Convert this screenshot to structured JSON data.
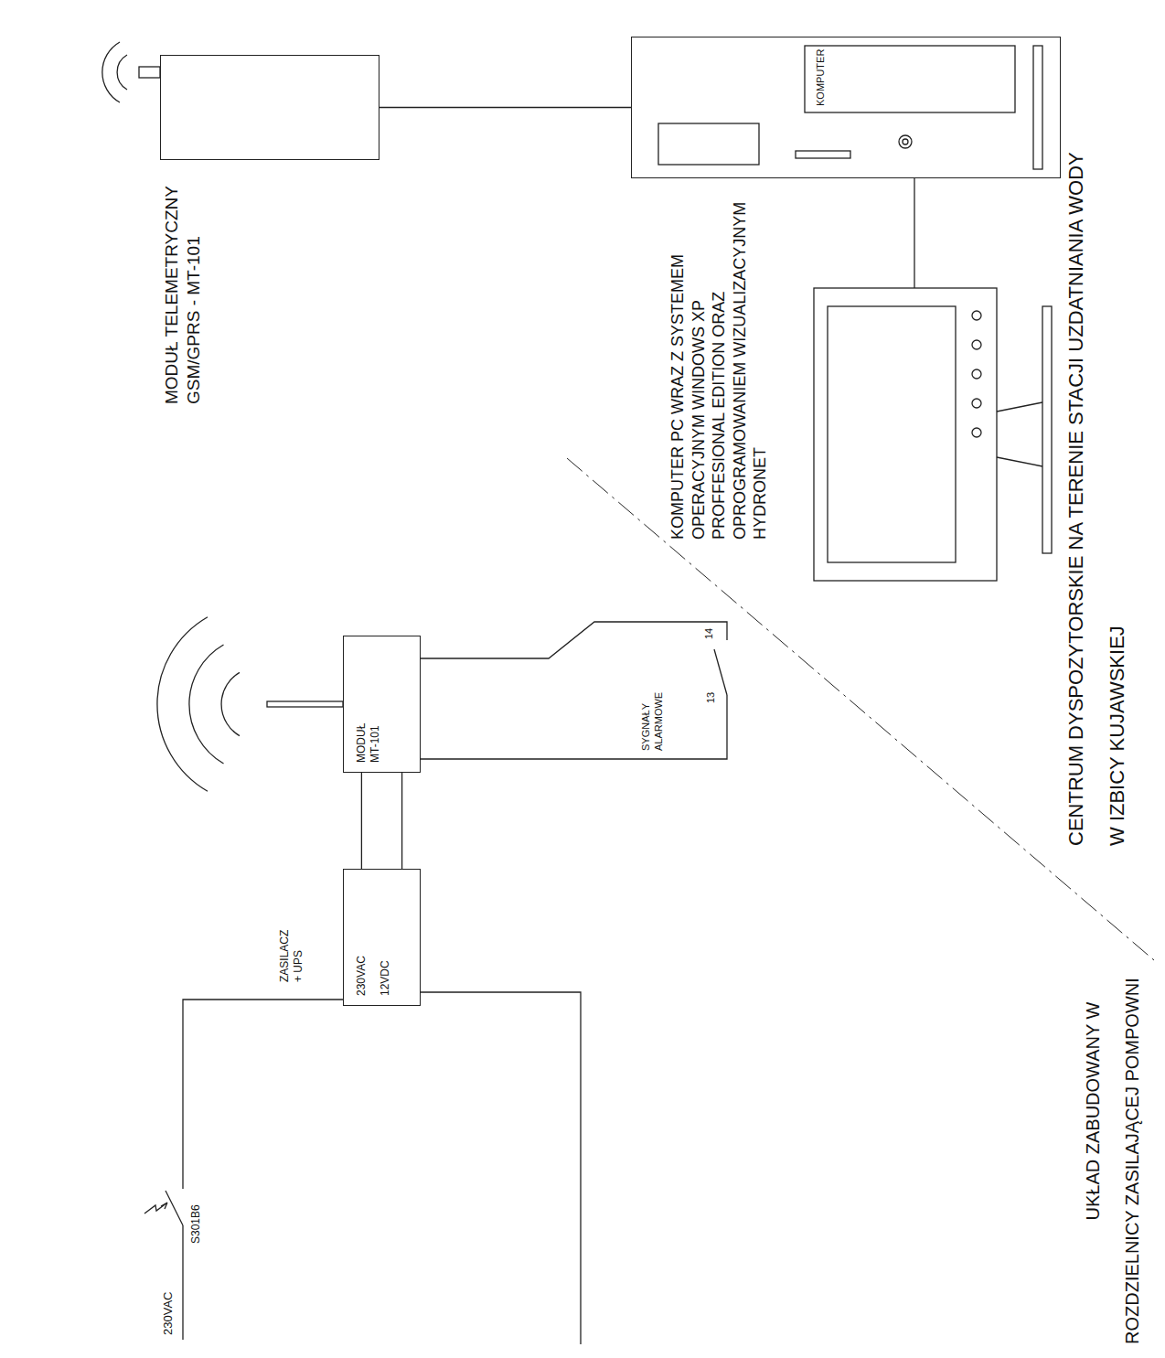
{
  "diagram": {
    "nodes": [
      {
        "text": [
          "ZASILACZ + UPS",
          "230VAC",
          "12VDC"
        ]
      },
      {
        "text": [
          "MODUŁ MT-101"
        ]
      },
      {
        "text": [
          "MODUŁ TELEMETRYCZNY GSM/GPRS - MT-101"
        ]
      },
      {
        "text": [
          "KOMPUTER"
        ]
      }
    ],
    "edges": [
      {
        "from": 0,
        "to": 1,
        "arrow": "none"
      },
      {
        "from": 2,
        "to": 3,
        "arrow": "none"
      }
    ],
    "labels": [
      "230VAC",
      "S301B6",
      "SYGNAŁY ALARMOWE",
      "13",
      "14",
      "UKŁAD ZABUDOWANY W",
      "ROZDZIELNICY ZASILAJĄCEJ POMPOWNI",
      "KOMPUTER PC WRAZ Z SYSTEMEM OPERACYJNYM WINDOWS XP PROFFESIONAL EDITION ORAZ OPROGRAMOWANIEM WIZUALIZACYJNYM HYDRONET",
      "CENTRUM DYSPOZYTORSKIE NA TERENIE STACJI UZDATNIANIA WODY",
      "W IZBICY KUJAWSKIEJ"
    ]
  }
}
